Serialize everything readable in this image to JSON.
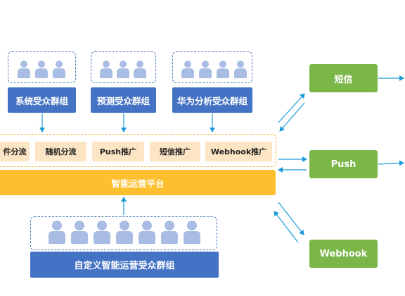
{
  "groups": {
    "system": "系统受众群组",
    "predict": "预测受众群组",
    "huawei": "华为分析受众群组"
  },
  "tags": [
    "件分流",
    "随机分流",
    "Push推广",
    "短信推广",
    "Webhook推广"
  ],
  "platform": "智能运营平台",
  "custom_group": "自定义智能运营受众群组",
  "channels": {
    "sms": "短信",
    "push": "Push",
    "webhook": "Webhook"
  },
  "colors": {
    "group_blue": "#4472c4",
    "person_blue": "#a9bce3",
    "tag_bg": "#fce5c4",
    "platform_yellow": "#fdbf2d",
    "channel_green": "#7ab648",
    "arrow_blue": "#1a9bd7"
  }
}
